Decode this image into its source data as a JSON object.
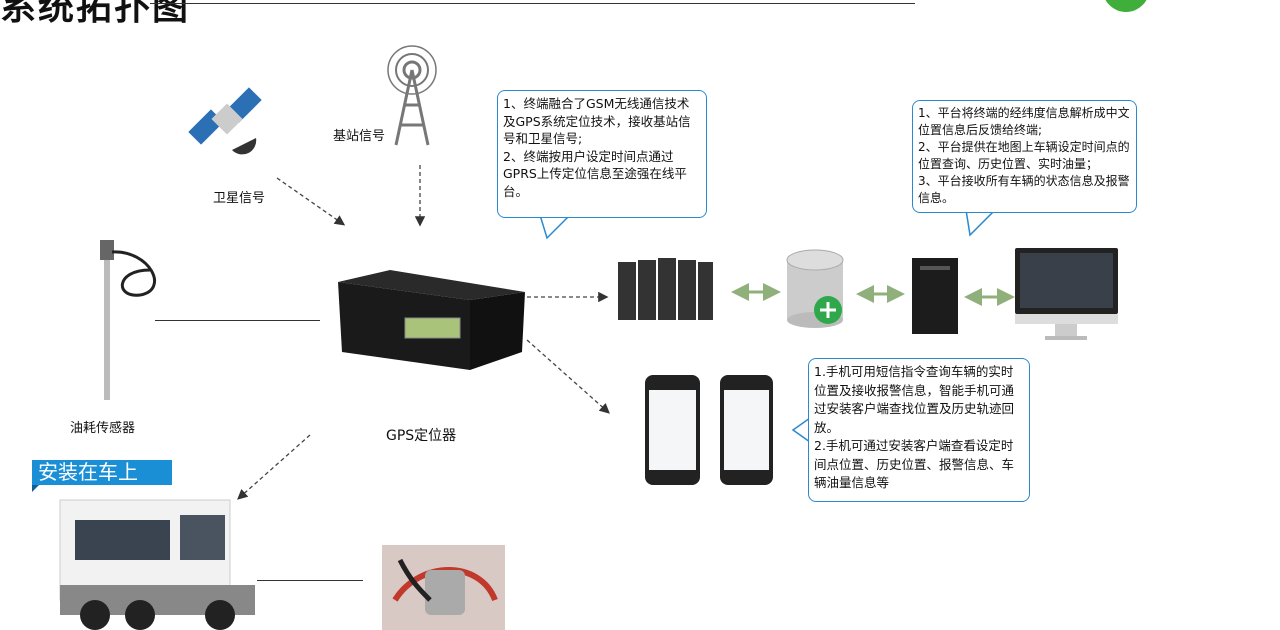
{
  "title": "系统拓扑图",
  "labels": {
    "satellite": "卫星信号",
    "base_station": "基站信号",
    "fuel_sensor": "油耗传感器",
    "gps_device": "GPS定位器",
    "install_badge": "安装在车上"
  },
  "callouts": {
    "terminal": [
      "1、终端融合了GSM无线通信技术及GPS系统定位技术，接收基站信号和卫星信号;",
      "2、终端按用户设定时间点通过GPRS上传定位信息至途强在线平台。"
    ],
    "platform": [
      "1、平台将终端的经纬度信息解析成中文位置信息后反馈给终端;",
      "2、平台提供在地图上车辆设定时间点的位置查询、历史位置、实时油量；",
      "3、平台接收所有车辆的状态信息及报警信息。"
    ],
    "mobile": [
      "1.手机可用短信指令查询车辆的实时位置及接收报警信息，智能手机可通过安装客户端查找位置及历史轨迹回放。",
      "2.手机可通过安装客户端查看设定时间点位置、历史位置、报警信息、车辆油量信息等"
    ]
  },
  "colors": {
    "callout_border": "#2a8ad0",
    "badge": "#1a8fd6",
    "link_arrow": "#8fb07a",
    "logo": "#3fae3a"
  }
}
